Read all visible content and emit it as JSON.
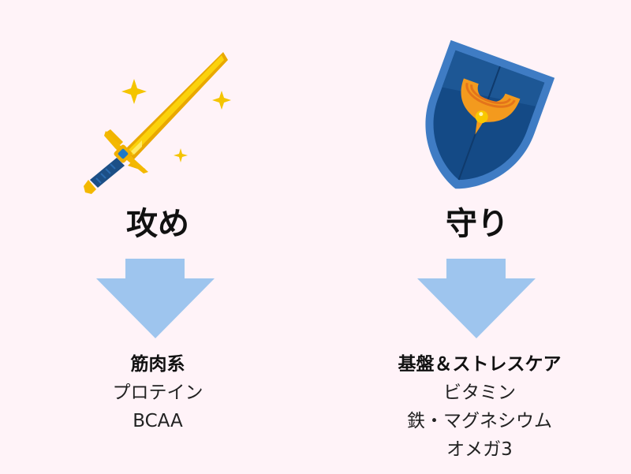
{
  "colors": {
    "background": "#fff3f8",
    "arrow": "#9ec5ee",
    "sword_blade": "#f7c600",
    "sword_grip": "#1c4f86",
    "shield_rim": "#3f7cc4",
    "shield_face": "#144a86",
    "emblem": "#f39a1e"
  },
  "left": {
    "icon": "sword-icon",
    "title": "攻め",
    "arrow": "arrow-down-icon",
    "heading": "筋肉系",
    "items": [
      "プロテイン",
      "BCAA"
    ]
  },
  "right": {
    "icon": "shield-icon",
    "title": "守り",
    "arrow": "arrow-down-icon",
    "heading": "基盤＆ストレスケア",
    "items": [
      "ビタミン",
      "鉄・マグネシウム",
      "オメガ3"
    ]
  }
}
